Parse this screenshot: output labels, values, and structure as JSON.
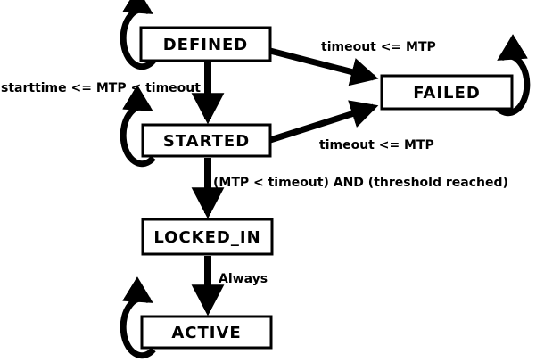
{
  "diagram": {
    "type": "state-machine",
    "colors": {
      "background": "#ffffff",
      "line": "#000000",
      "state_fill": "#ffffff",
      "text": "#000000"
    },
    "states": [
      {
        "name": "DEFINED",
        "has_self_loop": true
      },
      {
        "name": "FAILED",
        "has_self_loop": true
      },
      {
        "name": "STARTED",
        "has_self_loop": true
      },
      {
        "name": "LOCKED_IN",
        "has_self_loop": false
      },
      {
        "name": "ACTIVE",
        "has_self_loop": true
      }
    ],
    "transitions": [
      {
        "from": "DEFINED",
        "to": "STARTED",
        "label": "starttime <= MTP < timeout"
      },
      {
        "from": "DEFINED",
        "to": "FAILED",
        "label": "timeout <= MTP"
      },
      {
        "from": "STARTED",
        "to": "FAILED",
        "label": "timeout <= MTP"
      },
      {
        "from": "STARTED",
        "to": "LOCKED_IN",
        "label": "(MTP < timeout) AND (threshold reached)"
      },
      {
        "from": "LOCKED_IN",
        "to": "ACTIVE",
        "label": "Always"
      }
    ]
  }
}
